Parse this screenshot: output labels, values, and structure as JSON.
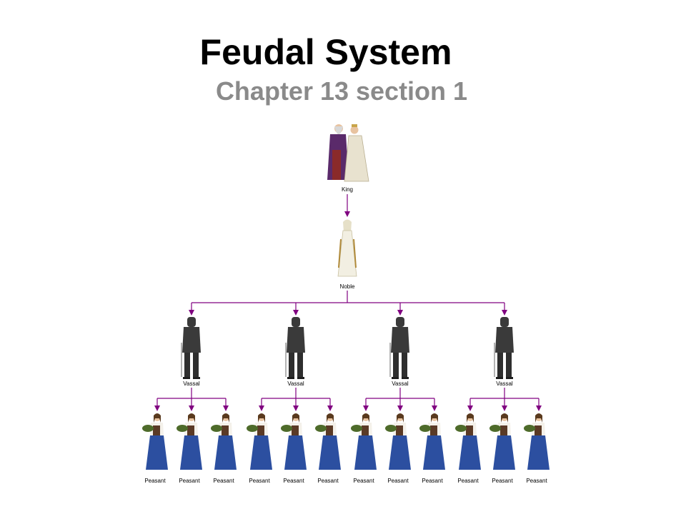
{
  "slide": {
    "title": "Feudal System",
    "subtitle": "Chapter 13 section 1"
  },
  "hierarchy": {
    "connector_color": "#800080",
    "levels": [
      {
        "role": "king",
        "label": "King",
        "count": 1
      },
      {
        "role": "noble",
        "label": "Noble",
        "count": 1
      },
      {
        "role": "vassal",
        "label": "Vassal",
        "count": 4
      },
      {
        "role": "peasant",
        "label": "Peasant",
        "count": 12
      }
    ]
  },
  "figures": {
    "king_robe": "#5a2a6a",
    "queen_robe": "#e8e2cf",
    "noble_dress": "#f2efe2",
    "noble_trim": "#b08a3a",
    "armor": "#3a3a3a",
    "peasant_skirt": "#2c4fa0",
    "peasant_blouse": "#f4f1ea",
    "peasant_bodice": "#5a3a26",
    "basket": "#4e6b2a",
    "skin": "#e8c3a0",
    "hair": "#5a3a1e"
  }
}
